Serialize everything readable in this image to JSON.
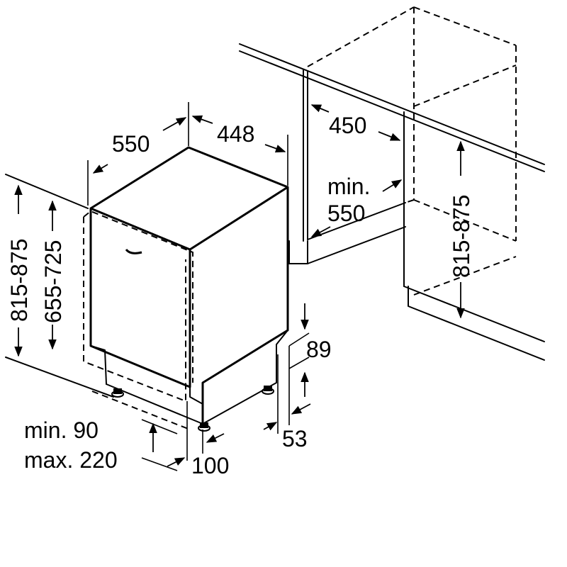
{
  "dimensions": {
    "depth_550": "550",
    "width_448": "448",
    "cabinet_width_450": "450",
    "min_label": "min.",
    "min_depth_550": "550",
    "niche_height_815_875": "815-875",
    "height_815_875": "815-875",
    "height_655_725": "655-725",
    "plinth_89": "89",
    "plinth_53": "53",
    "door_gap_min": "min. 90",
    "door_gap_max": "max. 220",
    "foot_100": "100"
  },
  "colors": {
    "line": "#000000",
    "background": "#ffffff"
  }
}
